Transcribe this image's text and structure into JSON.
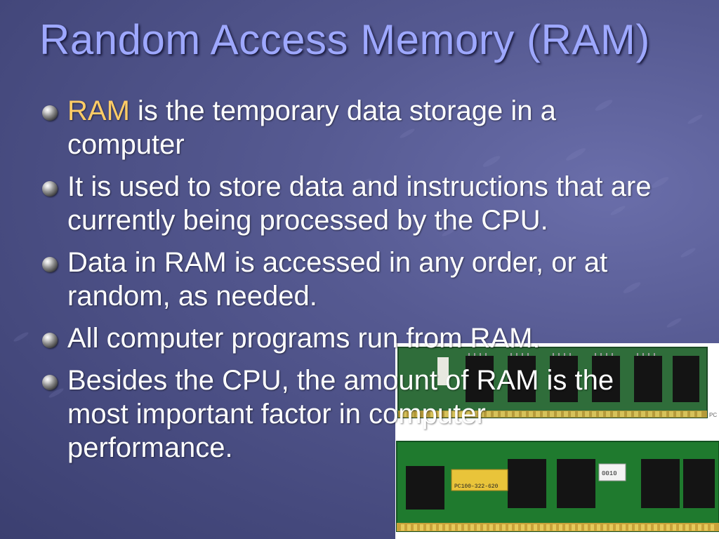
{
  "slide": {
    "title": "Random Access Memory (RAM)",
    "bullets": [
      {
        "highlight": "RAM",
        "text": " is the temporary data storage in a computer"
      },
      {
        "text": "It is used to store data and instructions that are currently being processed by the CPU."
      },
      {
        "text": "Data in RAM is accessed in any order, or at random, as needed."
      },
      {
        "text": "All computer programs run from RAM."
      },
      {
        "text": "Besides the CPU, the amount of RAM is the most important factor in computer performance."
      }
    ],
    "image": {
      "module_top_label": "PC",
      "module_bottom_chip_text": "PC100-322-620",
      "module_bottom_code": "0010"
    },
    "colors": {
      "title": "#9ea8ff",
      "highlight": "#ffcc66",
      "pcb_green": "#1f7a2e"
    }
  }
}
